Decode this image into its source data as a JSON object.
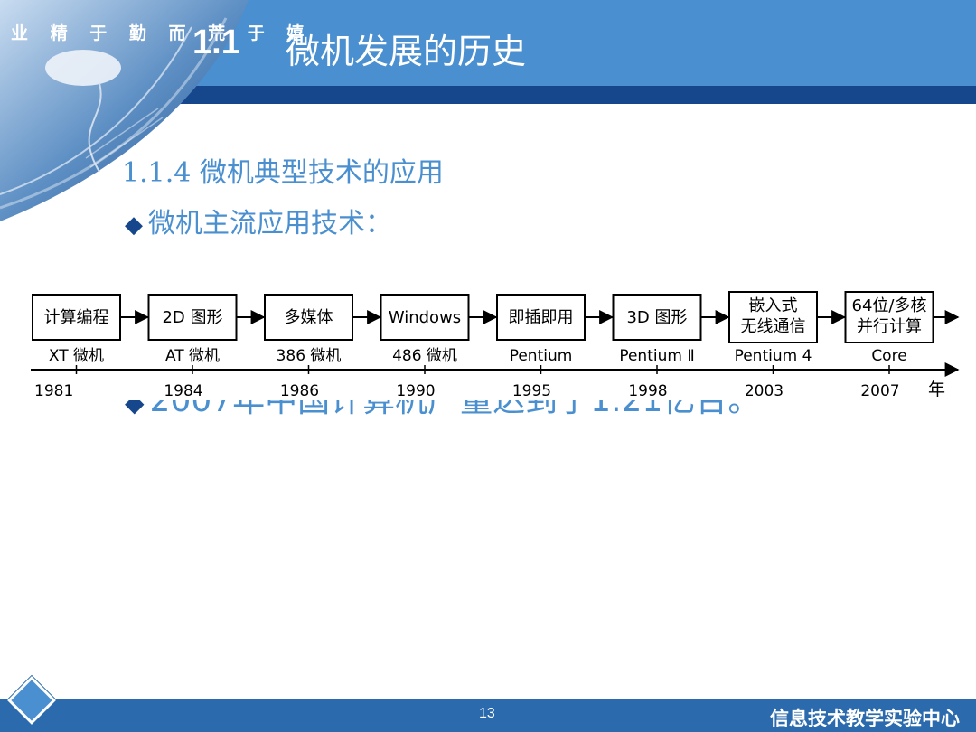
{
  "header": {
    "motto": "业 精 于 勤 而 荒 于 嬉",
    "title_num": "1.1",
    "title_text": "微机发展的历史"
  },
  "content": {
    "section_title": "1.1.4  微机典型技术的应用",
    "bullet_mark": "◆",
    "bullet1": "微机主流应用技术：",
    "bullet2": "2007年中国计算机产量达到了1.21亿台。"
  },
  "timeline": {
    "boxes": [
      [
        "计算编程"
      ],
      [
        "2D 图形"
      ],
      [
        "多媒体"
      ],
      [
        "Windows"
      ],
      [
        "即插即用"
      ],
      [
        "3D 图形"
      ],
      [
        "嵌入式",
        "无线通信"
      ],
      [
        "64位/多核",
        "并行计算"
      ]
    ],
    "machines": [
      "XT 微机",
      "AT 微机",
      "386 微机",
      "486 微机",
      "Pentium",
      "Pentium Ⅱ",
      "Pentium 4",
      "Core"
    ],
    "years": [
      "1981",
      "1984",
      "1986",
      "1990",
      "1995",
      "1998",
      "2003",
      "2007"
    ],
    "unit": "年"
  },
  "footer": {
    "page": "13",
    "org": "信息技术教学实验中心"
  },
  "colors": {
    "header_blue": "#4a8fcf",
    "dark_blue": "#16468c",
    "footer_blue": "#2b6aac"
  }
}
